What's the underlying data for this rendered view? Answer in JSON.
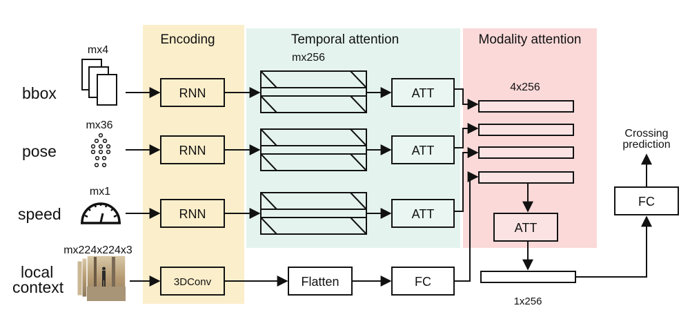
{
  "sections": {
    "encoding": "Encoding",
    "temporal": "Temporal attention",
    "modality": "Modality attention"
  },
  "colors": {
    "encoding_bg": "#fbeecb",
    "temporal_bg": "#e4f3ee",
    "modality_bg": "#fbd9d9",
    "box_fill_temporal": "#e9f6f1",
    "box_fill_modality": "#fce3e3",
    "stroke": "#111111"
  },
  "inputs": {
    "bbox": {
      "label": "bbox",
      "dim": "mx4"
    },
    "pose": {
      "label": "pose",
      "dim": "mx36"
    },
    "speed": {
      "label": "speed",
      "dim": "mx1"
    },
    "context": {
      "label_line1": "local",
      "label_line2": "context",
      "dim": "mx224x224x3"
    }
  },
  "blocks": {
    "rnn": "RNN",
    "conv": "3DConv",
    "att": "ATT",
    "flatten": "Flatten",
    "fc": "FC"
  },
  "dims": {
    "temporal": "mx256",
    "modality": "4x256",
    "fused": "1x256"
  },
  "output": {
    "line1": "Crossing",
    "line2": "prediction"
  },
  "icons": [
    "bbox-stack-icon",
    "pose-keypoints-icon",
    "speedometer-icon",
    "image-stack-icon"
  ]
}
